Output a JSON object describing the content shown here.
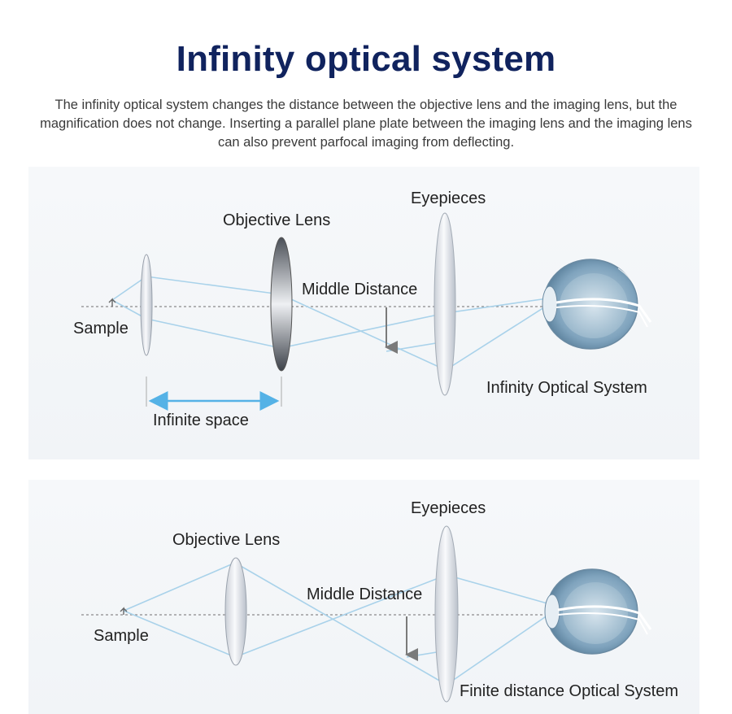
{
  "header": {
    "title": "Infinity optical system",
    "description": "The infinity optical system changes the distance between the objective lens and the imaging lens, but the magnification does not change. Inserting a parallel plane plate between the imaging lens and the imaging lens can also prevent parfocal imaging from deflecting."
  },
  "diagram_infinity": {
    "eyepieces_label": "Eyepieces",
    "objective_label": "Objective Lens",
    "middle_distance_label": "Middle Distance",
    "sample_label": "Sample",
    "infinite_space_label": "Infinite space",
    "system_label": "Infinity Optical System"
  },
  "diagram_finite": {
    "eyepieces_label": "Eyepieces",
    "objective_label": "Objective Lens",
    "middle_distance_label": "Middle Distance",
    "sample_label": "Sample",
    "system_label": "Finite distance Optical System"
  },
  "colors": {
    "title": "#10235e",
    "ray": "#a9d2ea",
    "arrow": "#55b2e6",
    "axis": "#8a8a8a"
  }
}
